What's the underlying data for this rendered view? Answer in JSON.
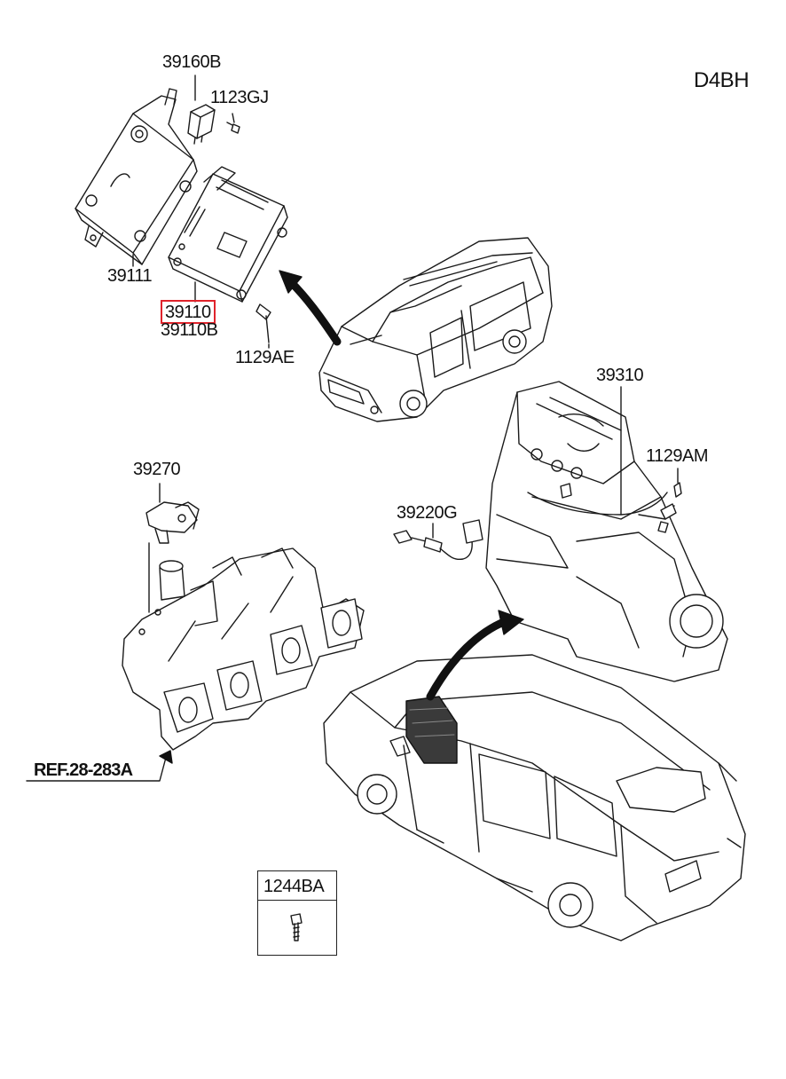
{
  "engine_code": "D4BH",
  "parts": {
    "relay": "39160B",
    "relay_screw": "1123GJ",
    "bracket": "39111",
    "ecu_main": "39110",
    "ecu_alt": "39110B",
    "ecu_bolt": "1129AE",
    "map_sensor": "39270",
    "wiring": "39310",
    "bolt_am": "1129AM",
    "o2_sensor": "39220G",
    "ref": "REF.28-283A",
    "box_bolt": "1244BA"
  },
  "highlight_color": "#e0232b"
}
